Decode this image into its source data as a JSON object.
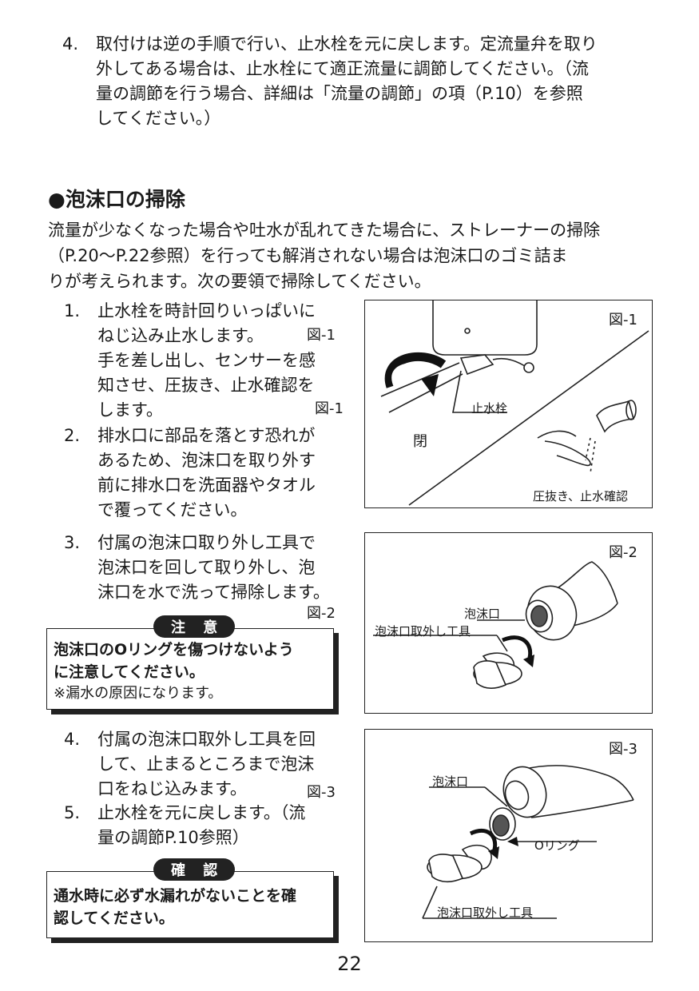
{
  "prev_step": {
    "num": "4.",
    "lines": [
      "取付けは逆の手順で行い、止水栓を元に戻します。定流量弁を取り",
      "外してある場合は、止水栓にて適正流量に調節してください。（流",
      "量の調節を行う場合、詳細は「流量の調節」の項（P.10）を参照",
      "してください。）"
    ]
  },
  "section": {
    "heading": "●泡沫口の掃除",
    "intro_lines": [
      "流量が少なくなった場合や吐水が乱れてきた場合に、ストレーナーの掃除",
      "（P.20～P.22参照）を行っても解消されない場合は泡沫口のゴミ詰ま",
      "りが考えられます。次の要領で掃除してください。"
    ]
  },
  "steps": [
    {
      "num": "1.",
      "lines": [
        "止水栓を時計回りいっぱいに",
        "ねじ込み止水します。",
        "手を差し出し、センサーを感",
        "知させ、圧抜き、止水確認を",
        "します。"
      ],
      "refs": [
        "図-1",
        "図-1"
      ]
    },
    {
      "num": "2.",
      "lines": [
        "排水口に部品を落とす恐れが",
        "あるため、泡沫口を取り外す",
        "前に排水口を洗面器やタオル",
        "で覆ってください。"
      ]
    },
    {
      "num": "3.",
      "lines": [
        "付属の泡沫口取り外し工具で",
        "泡沫口を回して取り外し、泡",
        "沫口を水で洗って掃除します。"
      ],
      "refs": [
        "図-2"
      ]
    },
    {
      "num": "4.",
      "lines": [
        "付属の泡沫口取外し工具を回",
        "して、止まるところまで泡沫",
        "口をねじ込みます。"
      ],
      "refs": [
        "図-3"
      ]
    },
    {
      "num": "5.",
      "lines": [
        "止水栓を元に戻します。（流",
        "量の調節P.10参照）"
      ]
    }
  ],
  "caution": {
    "label": "注 意",
    "bold_lines": [
      "泡沫口のOリングを傷つけないよう",
      "に注意してください。"
    ],
    "note": "※漏水の原因になります。"
  },
  "confirm": {
    "label": "確 認",
    "bold_lines": [
      "通水時に必ず水漏れがないことを確",
      "認してください。"
    ]
  },
  "figures": {
    "fig1": {
      "label": "図-1",
      "stopcock": "止水栓",
      "close": "閉",
      "check": "圧抜き、止水確認"
    },
    "fig2": {
      "label": "図-2",
      "aerator": "泡沫口",
      "tool": "泡沫口取外し工具"
    },
    "fig3": {
      "label": "図-3",
      "aerator": "泡沫口",
      "oring": "Oリング",
      "tool": "泡沫口取外し工具"
    }
  },
  "page_number": "22"
}
